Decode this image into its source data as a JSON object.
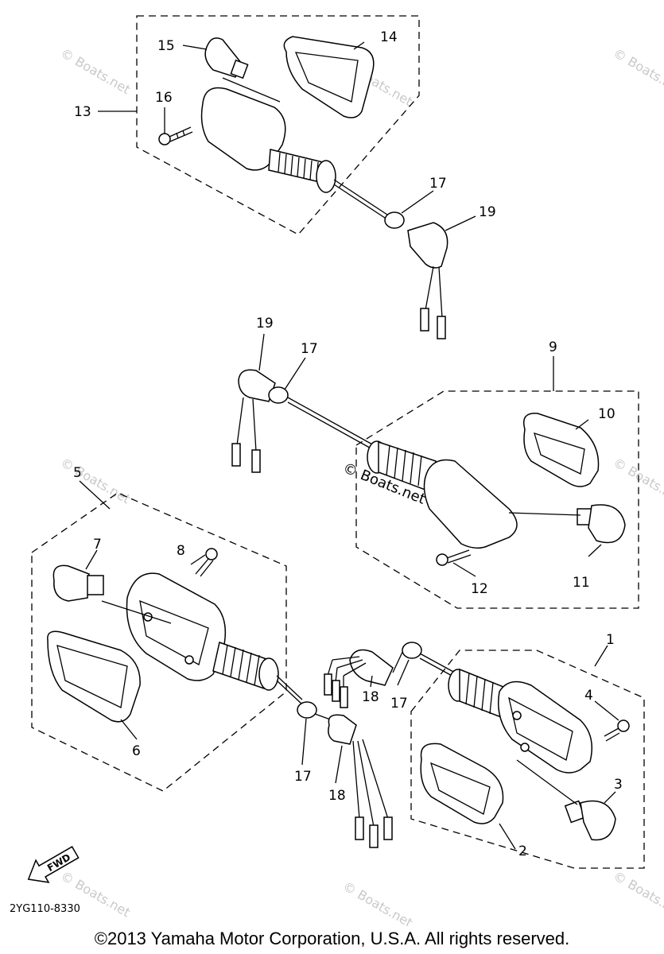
{
  "diagram": {
    "part_numbers": [
      "13",
      "14",
      "15",
      "16",
      "17",
      "19",
      "19",
      "17",
      "9",
      "10",
      "11",
      "12",
      "5",
      "7",
      "8",
      "6",
      "17",
      "18",
      "18",
      "17",
      "1",
      "4",
      "3",
      "2"
    ],
    "center_watermark": "© Boats.net",
    "watermark": "© Boats.net",
    "fwd_label": "FWD",
    "diagram_code": "2YG110-8330"
  },
  "footer": {
    "copyright": "©2013 Yamaha Motor Corporation, U.S.A. All rights reserved."
  }
}
